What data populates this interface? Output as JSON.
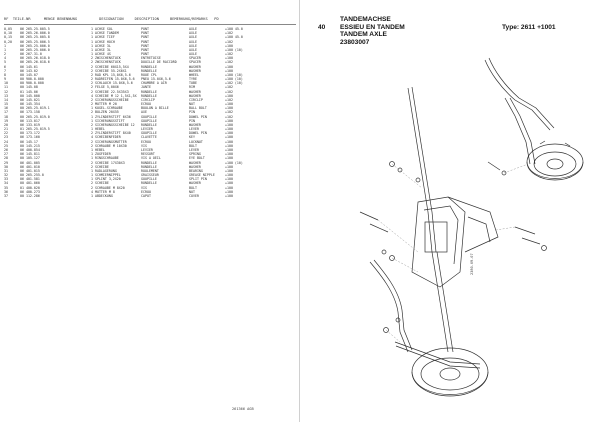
{
  "list": {
    "header": "RF  TEILE-NR      MENGE BENENNUNG          DESIGNATION     DESCRIPTION     BEMERKUNG/REMARKS   PD",
    "rows": [
      [
        "0,05",
        "06 265.25.005.5",
        "1 ACHSE SOL",
        "PONT",
        "AXLE",
        "+100 45.0"
      ],
      [
        "0,10",
        "06 265.26.006.0",
        "1 ACHSE TANDEM",
        "PONT",
        "AXLE",
        "+102"
      ],
      [
        "0,15",
        "06 265.25.005.8",
        "1 ACHSE TIEF",
        "PONT",
        "AXLE",
        "+100 45.0"
      ],
      [
        "0,20",
        "06 265.25.006.5",
        "1 ACHSE HOCH",
        "PONT",
        "AXLE",
        "+102"
      ],
      [
        "1",
        "06 265.25.006.0",
        "1 ACHSE 3L",
        "PONT",
        "AXLE",
        "+100"
      ],
      [
        "1",
        "06 265.25.006.0",
        "1 ACHSE 3L",
        "PONT",
        "AXLE",
        "+100 (10)"
      ],
      [
        "2",
        "06 267.31.0",
        "1 ACHSE 4S",
        "PONT",
        "AXLE",
        "+102"
      ],
      [
        "4",
        "06 265.26.018.0",
        "2 ZWISCHENSTUCK",
        "ENTRETOISE",
        "SPACER",
        "+100"
      ],
      [
        "5",
        "06 265.26.018.6",
        "2 ZWISCHENSTUCK",
        "DOUILLE DE RACCORD",
        "SPACER",
        "+102"
      ],
      [
        "6",
        "06 145.61",
        "2 SCHEIBE 60X15,5X4",
        "RONDELLE",
        "WASHER",
        "+100"
      ],
      [
        "7",
        "06 143.02",
        "2 SCHEIBE 55.2X6X1",
        "RONDELLE",
        "WASHER",
        "+100"
      ],
      [
        "8",
        "00 145.07",
        "2 RAD KPL 15,0X6,5-6",
        "ROUE CPL",
        "WHEEL",
        "+100 (10)"
      ],
      [
        "9",
        "00 900.0.000",
        "2 RADREIFEN 15.0X6,5-6",
        "PNEU 15.0X6,5-6",
        "TYRE",
        "+100 (10)"
      ],
      [
        "10",
        "00 900.0.000",
        "2 SCHLAUCH 15.0X6,5-6",
        "CHAMBRE A AIR",
        "TUBE",
        "+102 (10)"
      ],
      [
        "11",
        "00 145.08",
        "2 FELGE 5,00X6",
        "JANTE",
        "RIM",
        "+102"
      ],
      [
        "12",
        "01 145.06",
        "2 SCHEIBE 22.5X35X3",
        "RONDELLE",
        "WASHER",
        "+102"
      ],
      [
        "13",
        "00 145.000",
        "4 SCHEIBE M 12 1,5X1,5X",
        "RONDELLE",
        "WASHER",
        "+100"
      ],
      [
        "14",
        "06 145.021",
        "2 SICHERUNGSSCHEIBE",
        "CIRCLIP",
        "CIRCLIP",
        "+102"
      ],
      [
        "15",
        "06 145.354",
        "2 MUTTER M 20",
        "ECROU",
        "NUT",
        "+100"
      ],
      [
        "16",
        "00 265.25.019.1",
        "1 KUGEL-SCHRAUBE",
        "BOULON A BILLE",
        "BALL BOLT",
        "+100"
      ],
      [
        "17",
        "06 173.158",
        "2 BOLZEN 20X55",
        "AXE",
        "PIN",
        "+102"
      ],
      [
        "18",
        "00 265.25.019.0",
        "1 ZYLINDERSTIFT 6X36",
        "GOUPILLE",
        "DOWEL PIN",
        "+102"
      ],
      [
        "19",
        "06 113.017",
        "1 SICHERUNGSSTIFT",
        "GOUPILLE",
        "PIN",
        "+100"
      ],
      [
        "20",
        "06 133.019",
        "2 SICHERUNGSSCHEIBE 12",
        "RONDELLE",
        "WASHER",
        "+100"
      ],
      [
        "21",
        "01 265.25.019.5",
        "1 HEBEL",
        "LEVIER",
        "LEVER",
        "+100"
      ],
      [
        "22",
        "00 173.172",
        "2 ZYLINDERSTIFT 8X40",
        "GOUPILLE",
        "DOWEL PIN",
        "+100"
      ],
      [
        "23",
        "06 173.160",
        "4 SCHEIBENFEDER",
        "CLAVETTE",
        "KEY",
        "+100"
      ],
      [
        "24",
        "06 145.17",
        "2 SICHERUNGSMUTTER",
        "ECROU",
        "LOCKNUT",
        "+100"
      ],
      [
        "25",
        "00 145.215",
        "2 SCHRAUBE M 10X30",
        "VIS",
        "BOLT",
        "+100"
      ],
      [
        "26",
        "06 400.854",
        "1 HEBEL",
        "LEVIER",
        "LEVER",
        "+100"
      ],
      [
        "27",
        "06 145.811",
        "1 ZUGFEDER",
        "RESSORT",
        "SPRING",
        "+100"
      ],
      [
        "28",
        "00 105.127",
        "1 RINGSCHRAUBE",
        "VIS A OEIL",
        "EYE BOLT",
        "+100"
      ],
      [
        "29",
        "06 401.005",
        "2 SCHEIBE 17X30X3",
        "RONDELLE",
        "WASHER",
        "+100 (10)"
      ],
      [
        "30",
        "06 401.010",
        "2 SCHEIBE",
        "RONDELLE",
        "WASHER",
        "+100"
      ],
      [
        "31",
        "06 401.015",
        "1 RADLAGERUNG",
        "ROULEMENT",
        "BEARING",
        "+100"
      ],
      [
        "32",
        "00 265.255.0",
        "1 SCHMIERNIPPEL",
        "GRAISSEUR",
        "GREASE NIPPLE",
        "+100"
      ],
      [
        "33",
        "06 401.581",
        "1 SPLINT 3,2X20",
        "GOUPILLE",
        "SPLIT PIN",
        "+100"
      ],
      [
        "34",
        "00 401.060",
        "2 SCHEIBE",
        "RONDELLE",
        "WASHER",
        "+100"
      ],
      [
        "35",
        "01 400.020",
        "2 SCHRAUBE M 8X20",
        "VIS",
        "BOLT",
        "+100"
      ],
      [
        "36",
        "06 400.273",
        "4 MUTTER M 8",
        "ECROU",
        "NUT",
        "+100"
      ],
      [
        "37",
        "00 112.286",
        "1 ABDECKUNG",
        "CAPOT",
        "COVER",
        "+100"
      ]
    ],
    "footer_code": "261366 AGB"
  },
  "title_block": {
    "line1": "TANDEMACHSE",
    "line2": "ESSIEU EN TANDEM",
    "line3": "TANDEM AXLE",
    "line4": "23803007",
    "page": "40",
    "type_label": "Type: 2611   +1001"
  },
  "drawing": {
    "side_code": "2380-09-07"
  }
}
